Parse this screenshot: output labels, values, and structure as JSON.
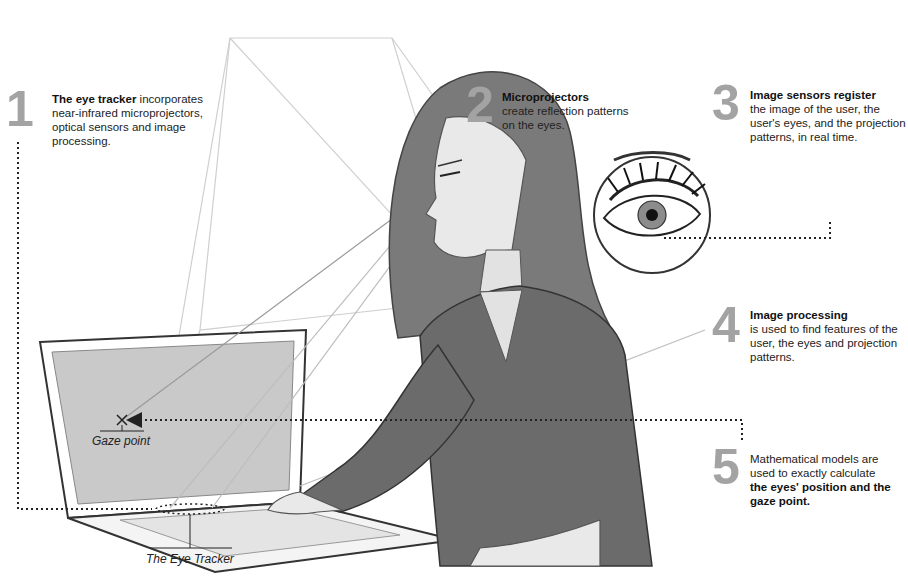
{
  "diagram": {
    "labels": [
      "1",
      "The eye tracker",
      "incorporates near-infrared microprojectors, optical sensors and image processing.",
      "2",
      "Microprojectors",
      "create reflection patterns on the eyes.",
      "3",
      "Image sensors register",
      "the image of the user, the user's eyes, and the projection patterns, in real time.",
      "4",
      "Image processing",
      "is used to find features of the user, the eyes and projection patterns.",
      "5",
      "Mathematical models are used to exactly calculate",
      "the eyes' position and the gaze point.",
      "Gaze point",
      "The Eye Tracker"
    ]
  }
}
